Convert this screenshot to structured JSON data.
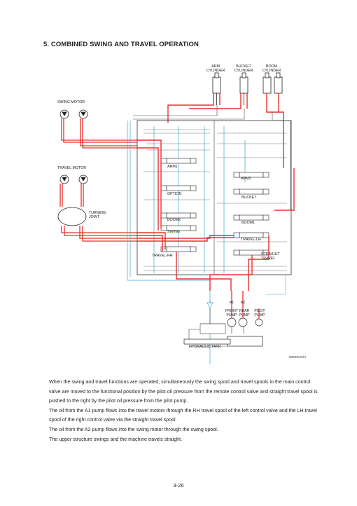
{
  "section_title": "5. COMBINED SWING AND TRAVEL OPERATION",
  "diagram": {
    "cylinders": {
      "arm": [
        "ARM",
        "CYLINDER"
      ],
      "bucket": [
        "BUCKET",
        "CYLINDER"
      ],
      "boom": [
        "BOOM",
        "CYLINDER"
      ]
    },
    "swing_motor": "SWING MOTOR",
    "travel_motor": "TRAVEL MOTOR",
    "turning_joint": [
      "TURNING",
      "JOINT"
    ],
    "spools": {
      "arm2": "ARM2",
      "arm1": "ARM1",
      "option": "OPTION",
      "bucket": "BUCKET",
      "boom2": "BOOM2",
      "boom1": "BOOM1",
      "swing": "SWING",
      "travel_lh": "TRAVEL-LH",
      "travel_rh": "TRAVEL-RH",
      "straight_travel": [
        "STRAIGHT",
        "TRAVEL"
      ]
    },
    "pumps": {
      "a1": "A1",
      "a2": "A2",
      "front": [
        "FRONT",
        "PUMP"
      ],
      "rear": [
        "REAR",
        "PUMP"
      ],
      "pilot": [
        "PILOT",
        "PUMP"
      ]
    },
    "hydraulic_tank": "HYDRAULIC TANK",
    "figure_code": "80093HC24",
    "colors": {
      "pressure": "#e8312b",
      "pilot": "#3aa6dd",
      "return": "#7cc8ec",
      "lines": "#444444"
    }
  },
  "body_paragraphs": [
    "When the swing and travel functions are operated, simultaneously the swing spool and travel spools in the main control valve are moved to the functional position by the pilot oil pressure from the remote control valve and straight travel spool is pushed to the right by the pilot oil pressure from the pilot pump.",
    "The oil from the A1 pump flows into the travel motors through the RH travel spool of the left control valve and the LH travel spool of the right control valve via the straight travel spool.",
    "The oil from the A2 pump flows into the swing motor through the swing spool.",
    "The upper structure swings and the machine travels straight."
  ],
  "page_number": "3-26"
}
